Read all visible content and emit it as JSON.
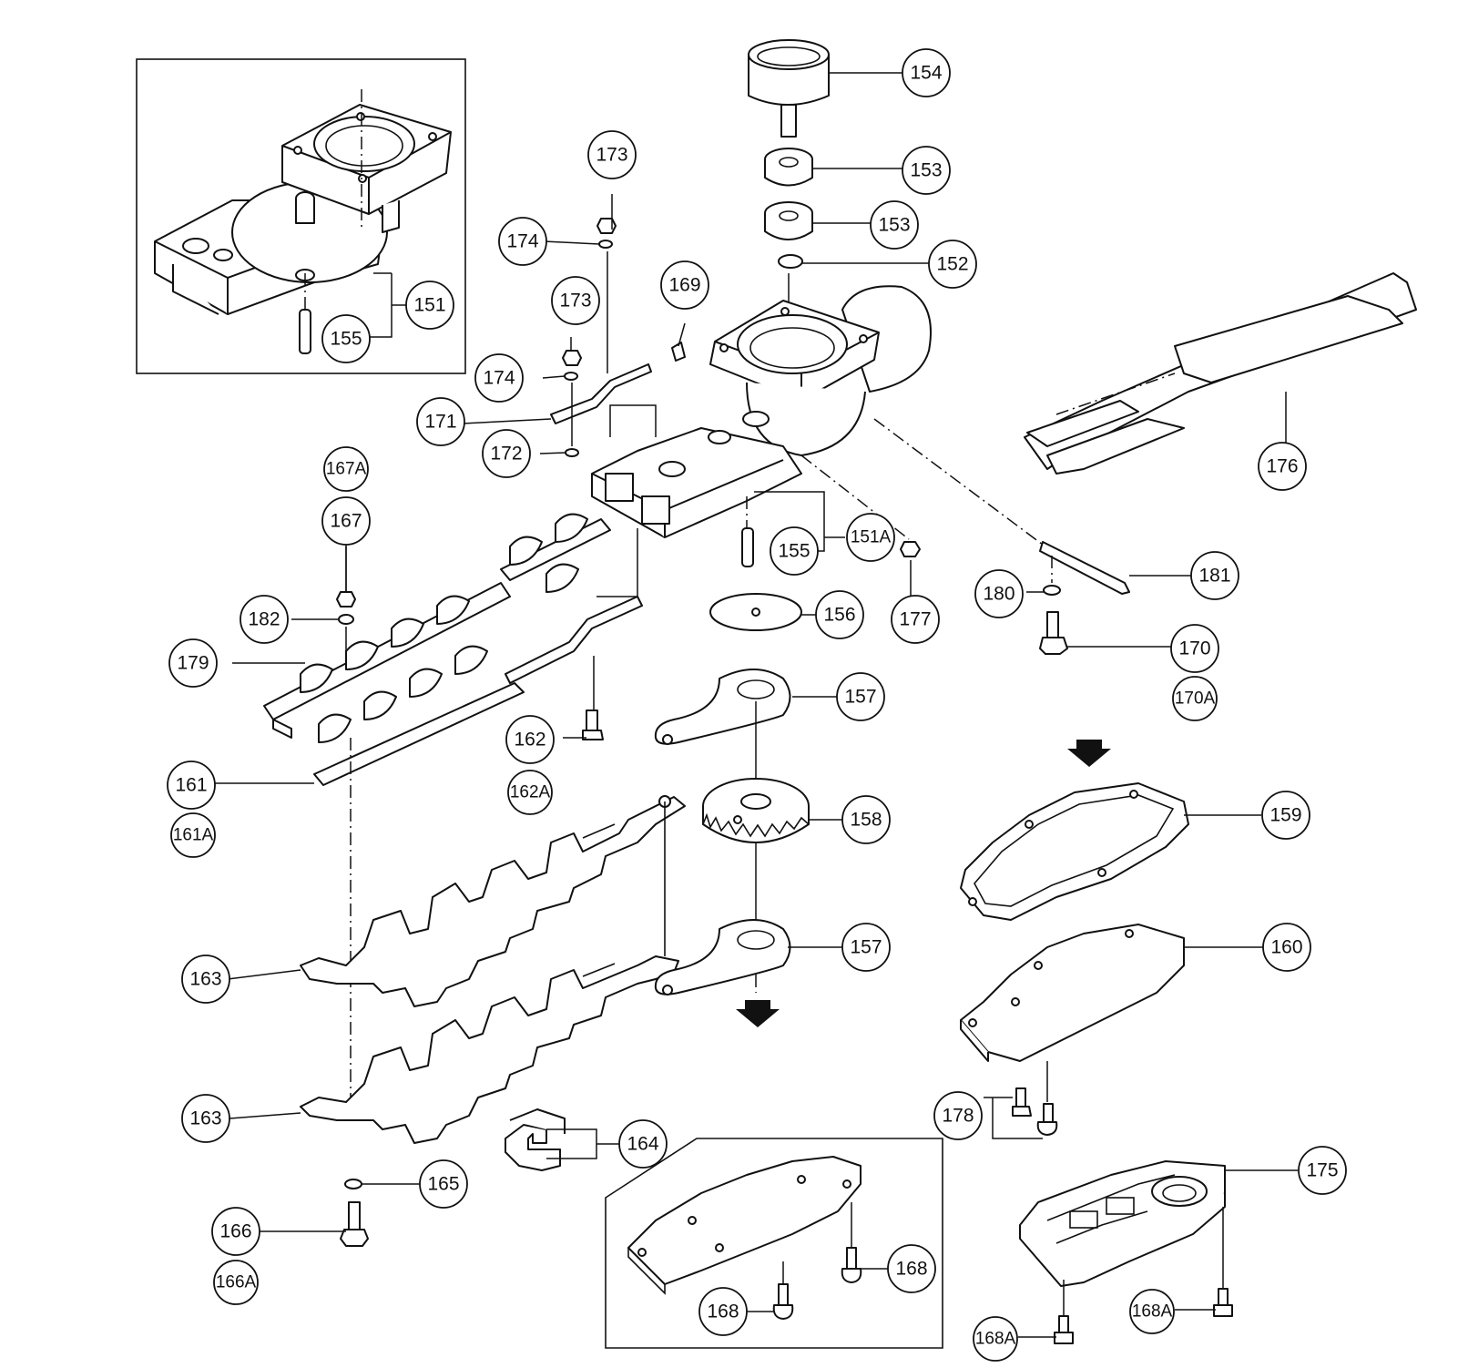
{
  "labels": {
    "p151": "151",
    "p151A": "151A",
    "p152": "152",
    "p153a": "153",
    "p153b": "153",
    "p154": "154",
    "p155a": "155",
    "p155b": "155",
    "p156": "156",
    "p157a": "157",
    "p157b": "157",
    "p158": "158",
    "p159": "159",
    "p160": "160",
    "p161": "161",
    "p161A": "161A",
    "p162": "162",
    "p162A": "162A",
    "p163a": "163",
    "p163b": "163",
    "p164": "164",
    "p165": "165",
    "p166": "166",
    "p166A": "166A",
    "p167": "167",
    "p167A": "167A",
    "p168a": "168",
    "p168b": "168",
    "p168Aa": "168A",
    "p168Ab": "168A",
    "p169": "169",
    "p170": "170",
    "p170A": "170A",
    "p171": "171",
    "p172": "172",
    "p173a": "173",
    "p173b": "173",
    "p174a": "174",
    "p174b": "174",
    "p175": "175",
    "p176": "176",
    "p177": "177",
    "p178": "178",
    "p179": "179",
    "p180": "180",
    "p181": "181",
    "p182": "182"
  },
  "colors": {
    "line": "#111111",
    "background": "#ffffff"
  }
}
